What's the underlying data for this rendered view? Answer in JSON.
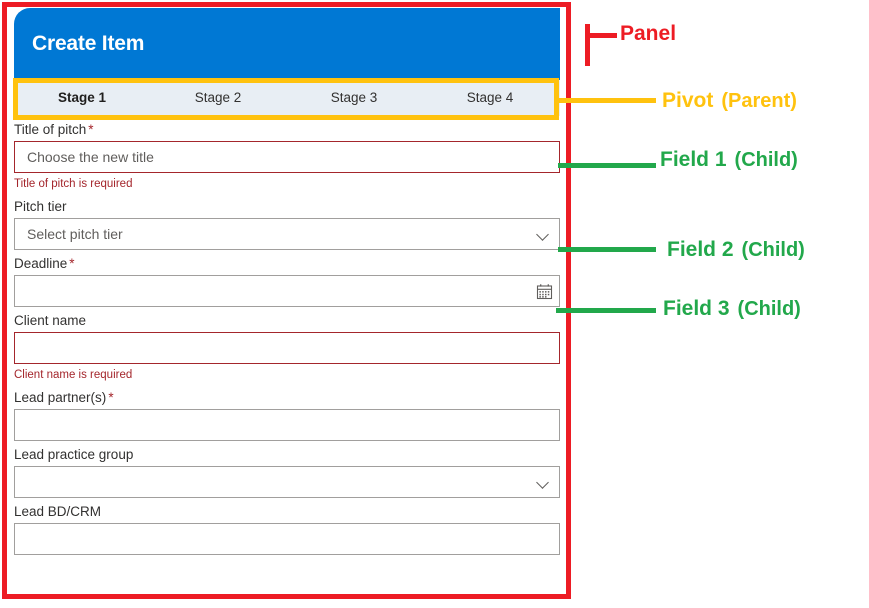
{
  "panel": {
    "title": "Create Item",
    "header_color": "#0078D4"
  },
  "pivot": {
    "tabs": [
      {
        "label": "Stage 1",
        "selected": true
      },
      {
        "label": "Stage 2",
        "selected": false
      },
      {
        "label": "Stage 3",
        "selected": false
      },
      {
        "label": "Stage 4",
        "selected": false
      }
    ],
    "background_color": "#E8EEF4"
  },
  "form": {
    "fields": [
      {
        "label": "Title of pitch",
        "required": true,
        "required_marker": "*",
        "type": "text",
        "placeholder": "Choose the new title",
        "value": "",
        "error": true,
        "error_message": "Title of pitch is required"
      },
      {
        "label": "Pitch tier",
        "required": false,
        "required_marker": "",
        "type": "dropdown",
        "placeholder": "Select pitch tier",
        "value": "",
        "error": false,
        "error_message": "",
        "icon": "chevron-down-icon"
      },
      {
        "label": "Deadline",
        "required": true,
        "required_marker": "*",
        "type": "datepicker",
        "placeholder": "",
        "value": "",
        "error": false,
        "error_message": "",
        "icon": "calendar-icon"
      },
      {
        "label": "Client name",
        "required": false,
        "required_marker": "",
        "type": "text",
        "placeholder": "",
        "value": "",
        "error": true,
        "error_message": "Client name is required"
      },
      {
        "label": "Lead partner(s)",
        "required": true,
        "required_marker": "*",
        "type": "text",
        "placeholder": "",
        "value": "",
        "error": false,
        "error_message": ""
      },
      {
        "label": "Lead practice group",
        "required": false,
        "required_marker": "",
        "type": "dropdown",
        "placeholder": "",
        "value": "",
        "error": false,
        "error_message": "",
        "icon": "chevron-down-icon"
      },
      {
        "label": "Lead BD/CRM",
        "required": false,
        "required_marker": "",
        "type": "text",
        "placeholder": "",
        "value": "",
        "error": false,
        "error_message": ""
      }
    ]
  },
  "annotations": {
    "panel": {
      "text": "Panel",
      "sub": "",
      "color": "#ED1C24"
    },
    "pivot": {
      "text": "Pivot",
      "sub": "(Parent)",
      "color": "#FFC20E"
    },
    "field1": {
      "text": "Field 1",
      "sub": "(Child)",
      "color": "#22A84B"
    },
    "field2": {
      "text": "Field 2",
      "sub": "(Child)",
      "color": "#22A84B"
    },
    "field3": {
      "text": "Field 3",
      "sub": "(Child)",
      "color": "#22A84B"
    }
  }
}
